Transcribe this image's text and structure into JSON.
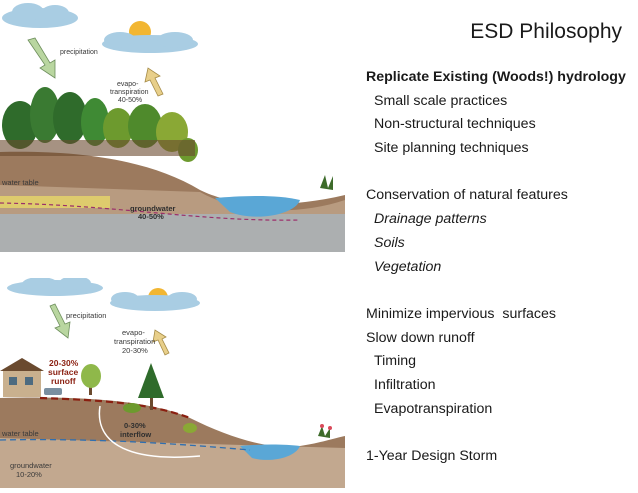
{
  "slide": {
    "title": "ESD Philosophy",
    "lines": [
      {
        "text": "Replicate Existing (Woods!) hydrology",
        "bold": true,
        "indent": false,
        "italic": false
      },
      {
        "text": "Small scale practices",
        "bold": false,
        "indent": true,
        "italic": false
      },
      {
        "text": "Non-structural techniques",
        "bold": false,
        "indent": true,
        "italic": false
      },
      {
        "text": "Site planning techniques",
        "bold": false,
        "indent": true,
        "italic": false
      },
      {
        "text": "",
        "gap": true
      },
      {
        "text": "Conservation of natural features",
        "bold": false,
        "indent": false,
        "italic": false
      },
      {
        "text": "Drainage patterns",
        "bold": false,
        "indent": true,
        "italic": true
      },
      {
        "text": "Soils",
        "bold": false,
        "indent": true,
        "italic": true
      },
      {
        "text": "Vegetation",
        "bold": false,
        "indent": true,
        "italic": true
      },
      {
        "text": "",
        "gap": true
      },
      {
        "text": "Minimize impervious  surfaces",
        "bold": false,
        "indent": false,
        "italic": false
      },
      {
        "text": "Slow down runoff",
        "bold": false,
        "indent": false,
        "italic": false
      },
      {
        "text": "Timing",
        "bold": false,
        "indent": true,
        "italic": false
      },
      {
        "text": "Infiltration",
        "bold": false,
        "indent": true,
        "italic": false
      },
      {
        "text": "Evapotranspiration",
        "bold": false,
        "indent": true,
        "italic": false
      },
      {
        "text": "",
        "gap": true
      },
      {
        "text": "1-Year Design Storm",
        "bold": false,
        "indent": false,
        "italic": false
      }
    ]
  },
  "top_diagram": {
    "precipitation": "precipitation",
    "evapo_line1": "evapo-",
    "evapo_line2": "transpiration",
    "evapo_pct": "40-50%",
    "water_table": "water table",
    "groundwater": "groundwater",
    "groundwater_pct": "40-50%"
  },
  "bottom_diagram": {
    "precipitation": "precipitation",
    "evapo_line1": "evapo-",
    "evapo_line2": "transpiration",
    "evapo_pct": "20-30%",
    "runoff_pct": "20-30%",
    "runoff_line1": "surface",
    "runoff_line2": "runoff",
    "interflow_pct": "0-30%",
    "interflow": "interflow",
    "water_table": "water table",
    "groundwater": "groundwater",
    "groundwater_pct": "10-20%"
  },
  "colors": {
    "sky_cloud": "#a9cde3",
    "sun": "#f2b632",
    "soil": "#9c7a5e",
    "water": "#5aa7d6",
    "tree": "#2f6b2b",
    "runoff_red": "#8a1f10"
  }
}
